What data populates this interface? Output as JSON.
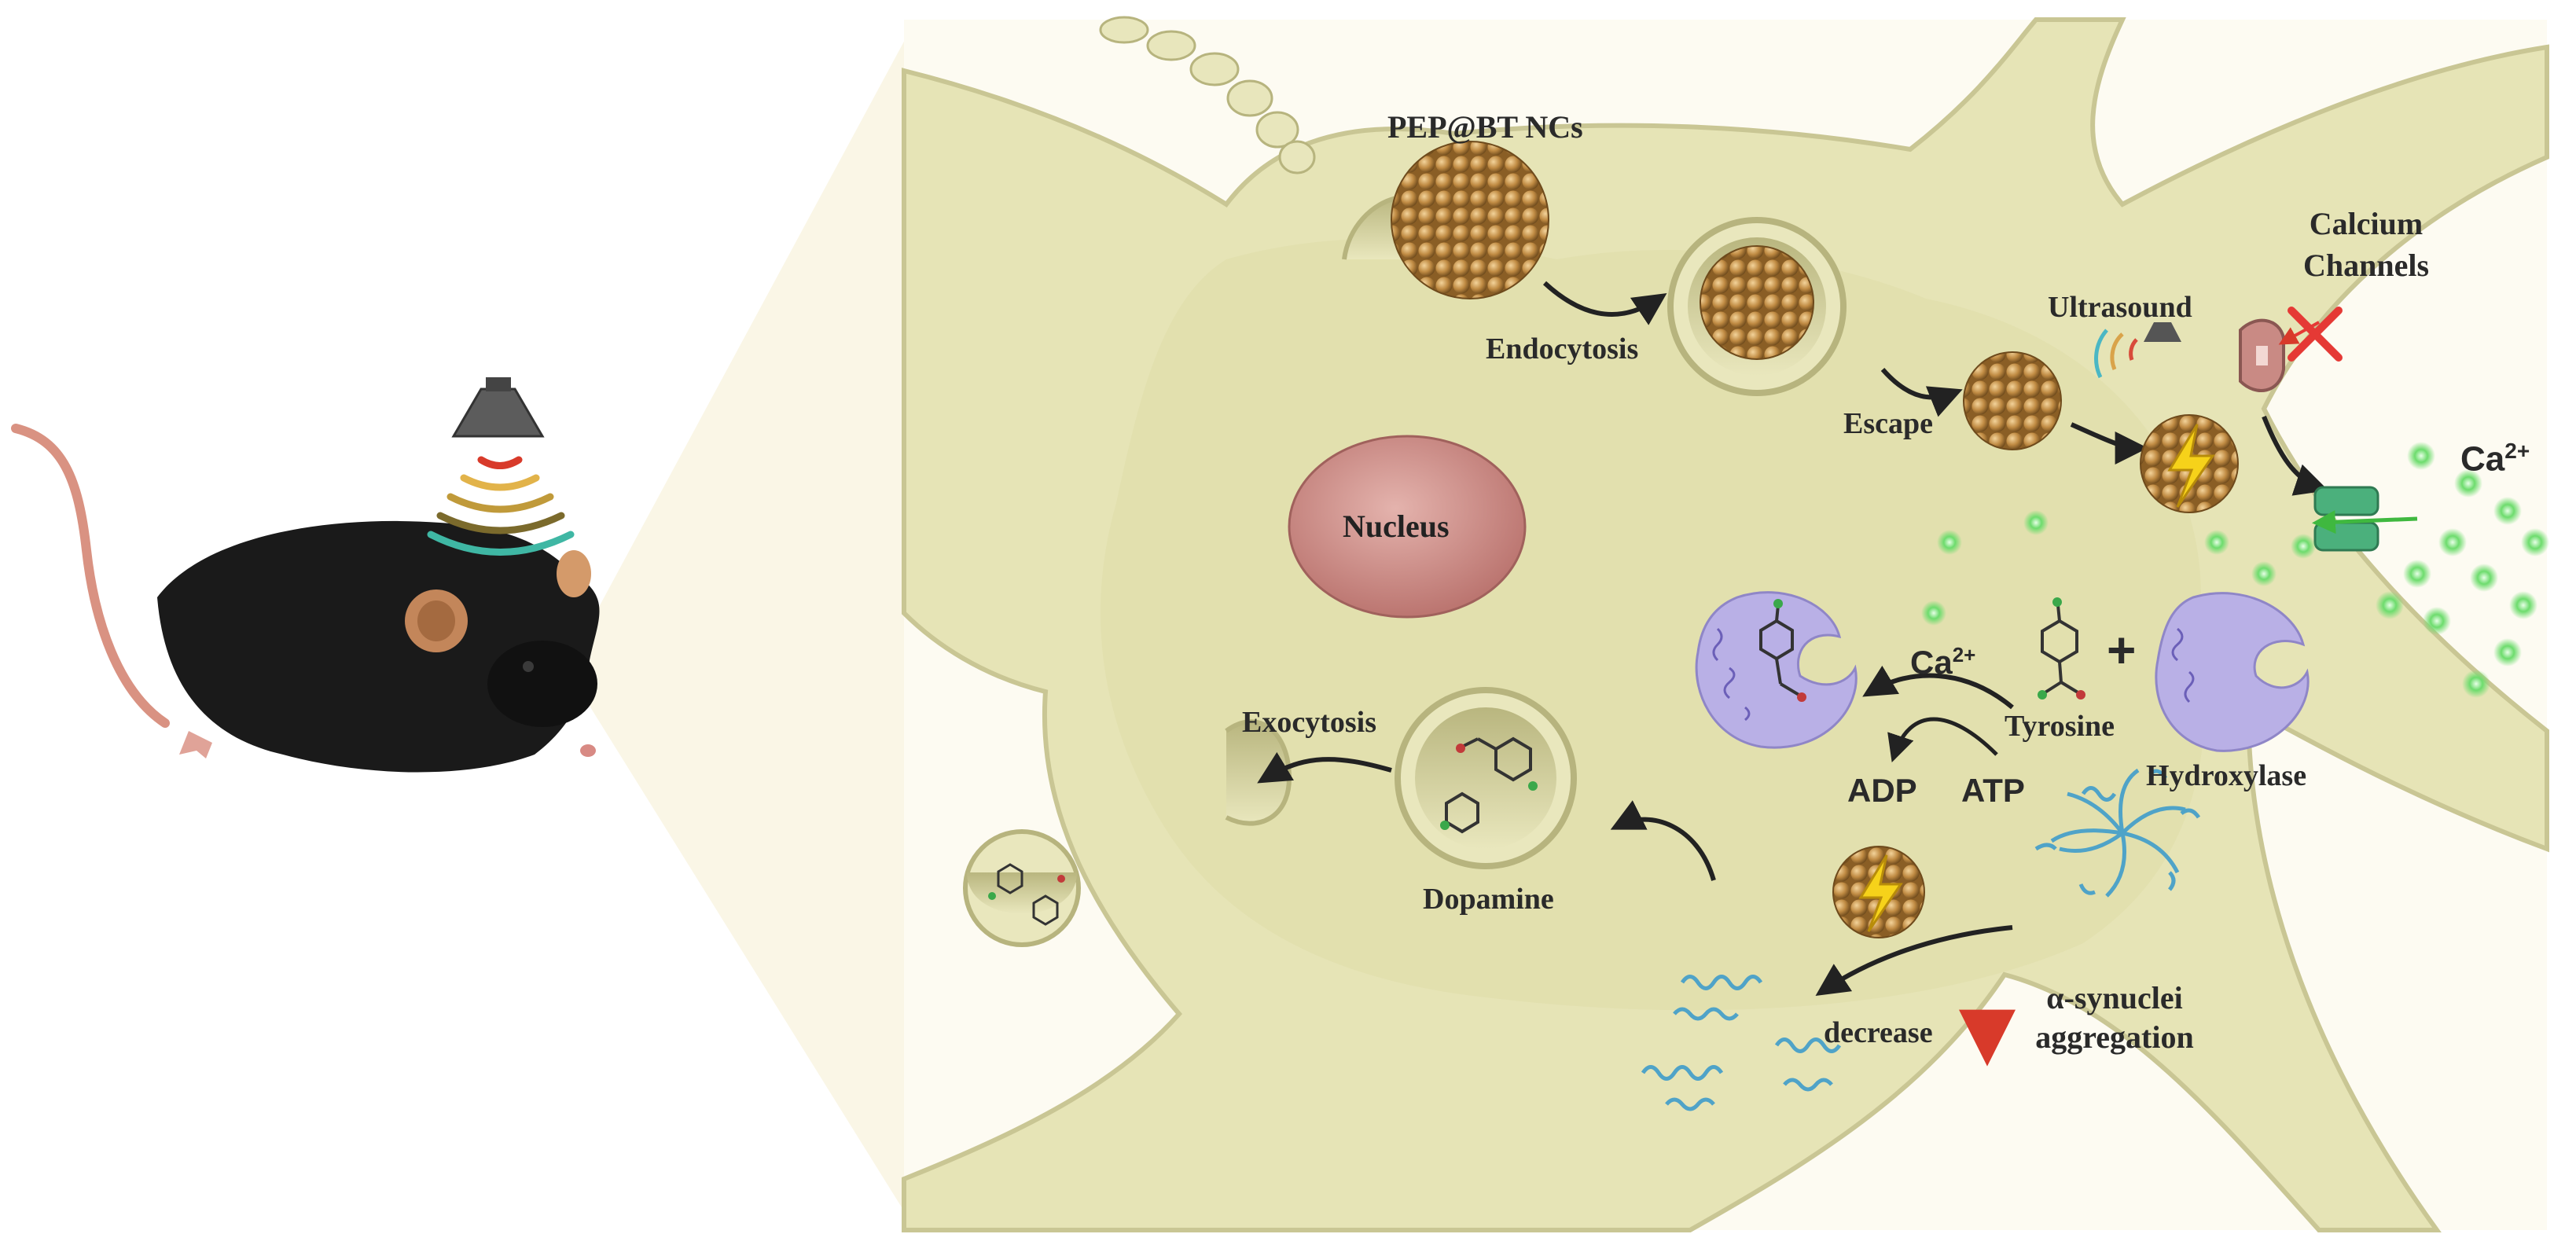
{
  "colors": {
    "cell_fill": "#e6e4b6",
    "cell_edge": "#c9c694",
    "cell_shadow": "#b7b47e",
    "nucleus": "#cf8f8a",
    "nanocluster": "#c08b43",
    "calcium": "#5fd45f",
    "enzyme": "#b9b0e6",
    "synuclein": "#4fa3c8",
    "arrow": "#222222",
    "decrease_arrow": "#d83a2a",
    "channel_block": "#e53935"
  },
  "icons": {
    "speaker": "speaker-icon",
    "ultrasound_waves": "sound-wave-icon",
    "lightning": "lightning-bolt-icon",
    "block": "x-mark-icon"
  },
  "labels": {
    "pep_bt": "PEP@BT NCs",
    "endocytosis": "Endocytosis",
    "escape": "Escape",
    "ultrasound": "Ultrasound",
    "calcium_channels_1": "Calcium",
    "calcium_channels_2": "Channels",
    "ca_out": "Ca",
    "ca_out_sup": "2+",
    "nucleus": "Nucleus",
    "ca_in": "Ca",
    "ca_in_sup": "2+",
    "tyrosine": "Tyrosine",
    "plus": "+",
    "hydroxylase": "Hydroxylase",
    "adp": "ADP",
    "atp": "ATP",
    "exocytosis": "Exocytosis",
    "dopamine": "Dopamine",
    "decrease": "decrease",
    "syn_1": "α-synuclei",
    "syn_2": "aggregation"
  }
}
